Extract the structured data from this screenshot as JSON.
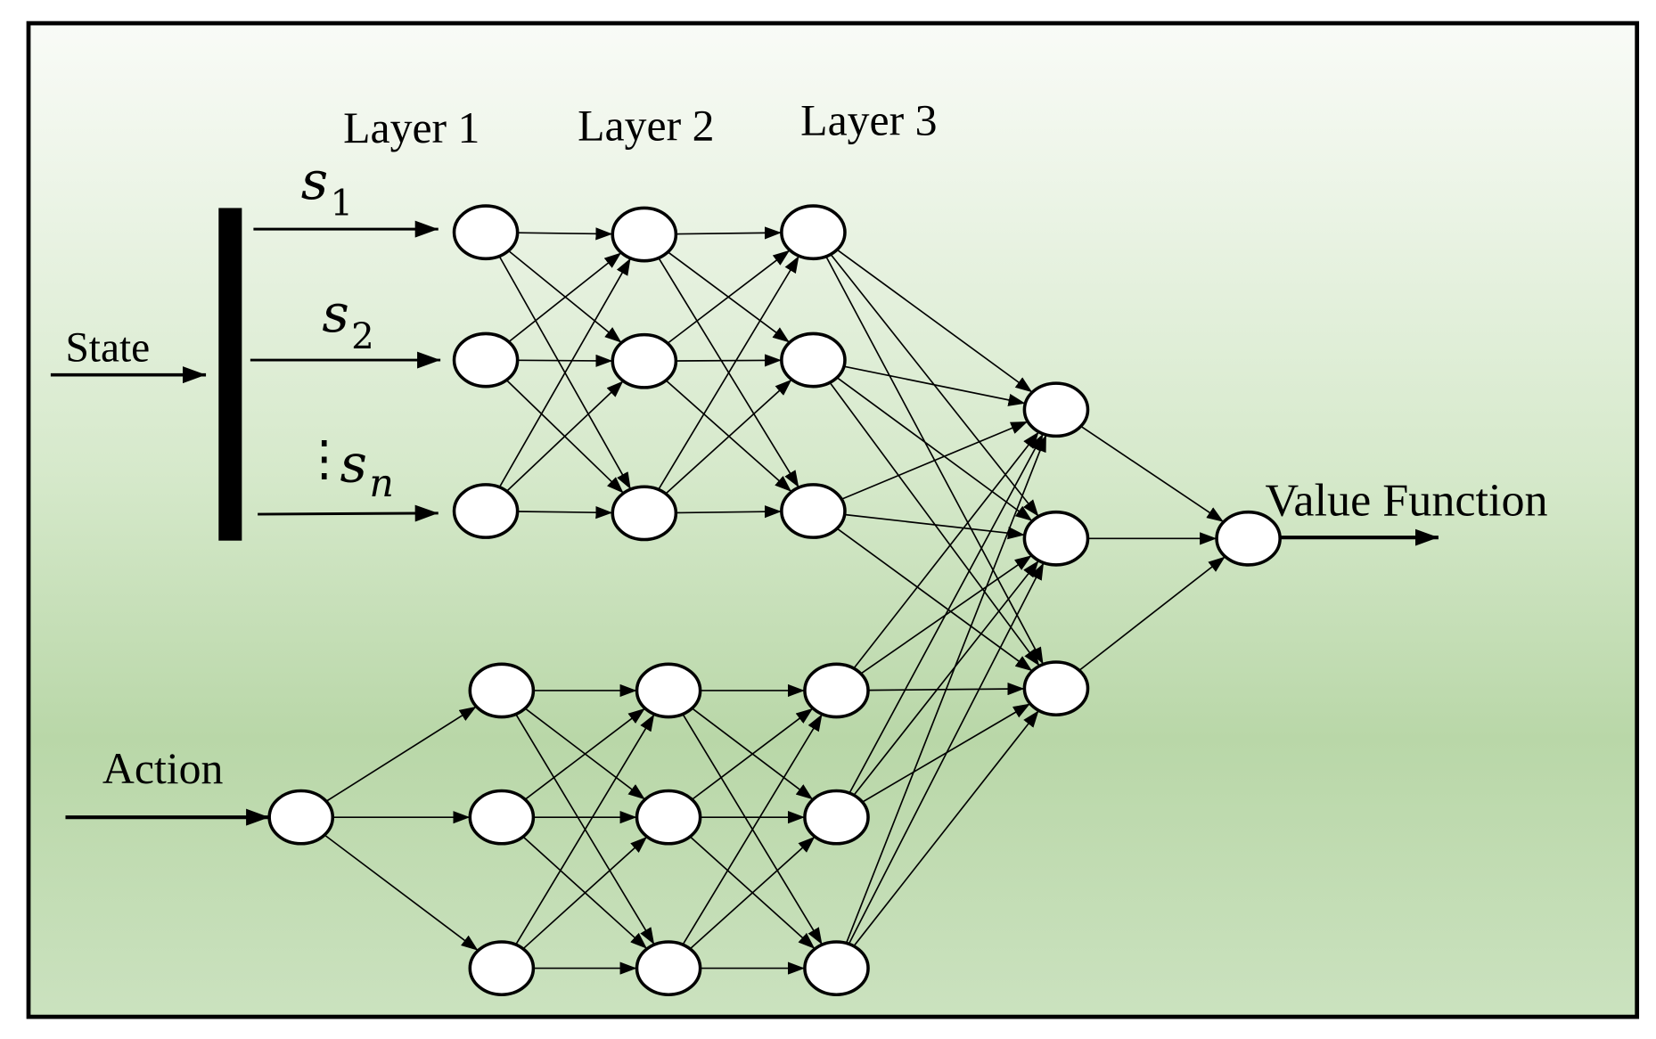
{
  "figure": {
    "layer_labels": [
      "Layer 1",
      "Layer 2",
      "Layer 3"
    ],
    "inputs": {
      "state": "State",
      "action": "Action"
    },
    "state_components": [
      {
        "symbol": "s",
        "subscript": "1"
      },
      {
        "symbol": "s",
        "subscript": "2"
      },
      {
        "symbol": "s",
        "subscript": "n"
      }
    ],
    "ellipsis": "⋮",
    "output": "Value Function"
  },
  "network": {
    "state_hidden_layers": [
      3,
      3,
      3
    ],
    "action_input": 1,
    "action_hidden_layers": [
      3,
      3,
      3
    ],
    "merged_layer": 3,
    "output": 1
  },
  "colors": {
    "background_top": "#f9fbf7",
    "background_middle": "#d6e9cb",
    "background_low": "#b9d7a8",
    "background_bottom": "#cbe2bf",
    "node_fill": "#ffffff",
    "stroke": "#000000"
  }
}
